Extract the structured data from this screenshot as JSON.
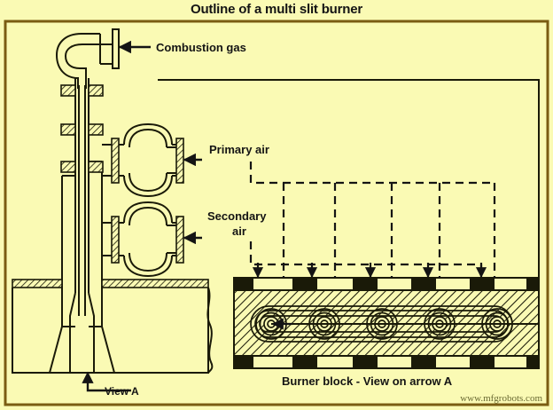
{
  "page": {
    "title": "Outline of a multi slit burner",
    "background_color": "#fafab4",
    "border_color": "#7a5c12",
    "line_color": "#1a1a08",
    "watermark": "www.mfgrobots.com"
  },
  "labels": {
    "combustion_gas": "Combustion gas",
    "primary_air": "Primary air",
    "secondary_air_line1": "Secondary",
    "secondary_air_line2": "air",
    "view_a": "View A",
    "burner_block_caption": "Burner block - View on arrow A"
  },
  "diagram": {
    "type": "engineering-schematic",
    "components": [
      {
        "name": "combustion-gas-elbow",
        "description": "curved pipe elbow at top-left feeding combustion gas"
      },
      {
        "name": "vertical-burner-pipe",
        "description": "central vertical pipe with three bolted flange pairs"
      },
      {
        "name": "primary-air-chamber",
        "description": "spherical/bulbous chamber with flanges, primary air inlet"
      },
      {
        "name": "secondary-air-chamber",
        "description": "spherical/bulbous chamber with flanges, secondary air inlet"
      },
      {
        "name": "furnace-wall",
        "description": "hatched horizontal refractory wall band"
      },
      {
        "name": "burner-nozzle-flare",
        "description": "flared nozzle tip below the furnace wall"
      },
      {
        "name": "burner-block",
        "description": "hatched rectangular block with checkered top and bottom edges"
      }
    ],
    "nozzle_count": 5,
    "air_arrow_count": 5,
    "flange_pair_count": 3
  },
  "chart_data": {
    "type": "table",
    "title": "Outline of a multi slit burner",
    "annotations": [
      "Combustion gas",
      "Primary air",
      "Secondary air",
      "View A",
      "Burner block - View on arrow A"
    ]
  }
}
